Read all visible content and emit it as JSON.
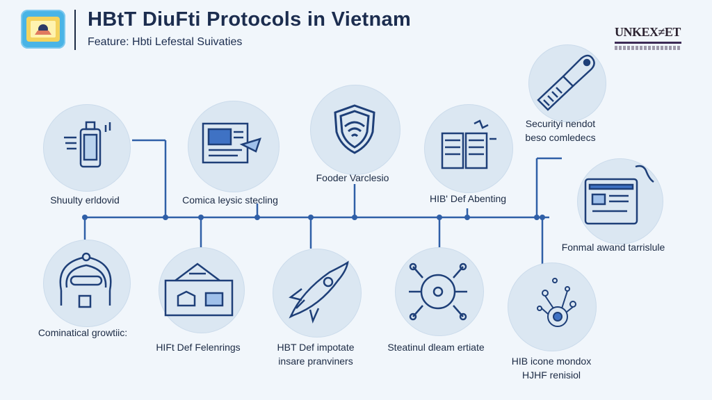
{
  "header": {
    "title": "HBtT  DiuFti Protocols  in Vietnam",
    "subtitle": "Feature: Hbti Lefestal Suivaties",
    "brand": "UNKEX≠ET"
  },
  "top_nodes": [
    {
      "label": "Shuulty erldovid",
      "icon": "smartphone-icon"
    },
    {
      "label": "Comica leysic stecling",
      "icon": "document-icon"
    },
    {
      "label": "Fooder Varclesio",
      "icon": "shield-wifi-icon"
    },
    {
      "label": "HIB' Def Abenting",
      "icon": "building-icon"
    },
    {
      "label_lines": [
        "Securityi nendot",
        "beso comledecs"
      ],
      "icon": "usb-key-icon"
    }
  ],
  "right_node": {
    "label": "Fonmal awand tarrislule",
    "icon": "payment-terminal-icon"
  },
  "bottom_nodes": [
    {
      "label": "Cominatical growtiic:",
      "icon": "growth-ring-icon"
    },
    {
      "label": "HIFt Def Felenrings",
      "icon": "bank-icon"
    },
    {
      "label_lines": [
        "HBT Def impotate",
        "insare pranviners"
      ],
      "icon": "rocket-icon"
    },
    {
      "label": "Steatinul dleam ertiate",
      "icon": "gear-network-icon"
    },
    {
      "label_lines": [
        "HIB icone mondox",
        "HJHF renisiol"
      ],
      "icon": "molecule-icon"
    }
  ],
  "colors": {
    "line": "#2f5fa7",
    "circle": "#dbe7f2",
    "icon": "#1e3f78"
  }
}
